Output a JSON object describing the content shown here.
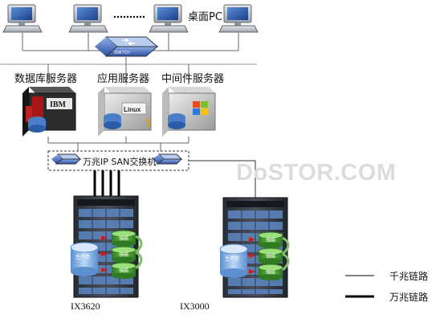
{
  "desktop_pc_label": "桌面PC",
  "switch_badge": "SWITCH",
  "servers": {
    "database": "数据库服务器",
    "application": "应用服务器",
    "middleware": "中间件服务器"
  },
  "server_logos": {
    "database": "IBM",
    "application": "Linux"
  },
  "san_switch_label": "万兆IP SAN交换机",
  "watermark": "DoSTOR.COM",
  "storage": {
    "left": "IX3620",
    "right": "IX3000",
    "production_volume": "生产卷",
    "snapshot": "快照"
  },
  "legend": {
    "gigabit": "千兆链路",
    "ten_gigabit": "万兆链路"
  }
}
